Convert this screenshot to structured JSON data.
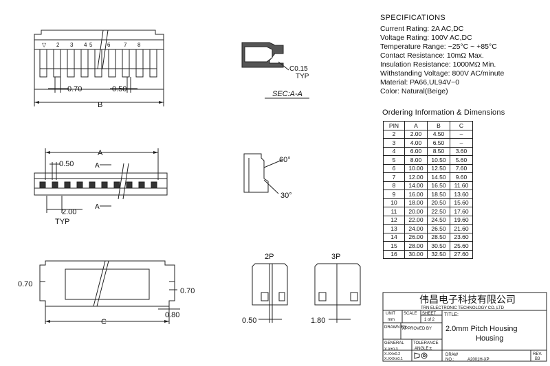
{
  "specifications": {
    "heading": "SPECIFICATIONS",
    "lines": [
      "Current Rating: 2A AC,DC",
      "Voltage Rating: 100V AC,DC",
      "Temperature Range: −25°C ~ +85°C",
      "Contact Resistance: 10mΩ Max.",
      "Insulation Resistance: 1000MΩ Min.",
      "Withstanding Voltage: 800V AC/minute",
      "Material: PA66,UL94V−0",
      "Color: Natural(Beige)"
    ]
  },
  "ordering": {
    "title": "Ordering Information & Dimensions",
    "headers": [
      "PIN",
      "A",
      "B",
      "C"
    ],
    "rows": [
      [
        "2",
        "2.00",
        "4.50",
        "–"
      ],
      [
        "3",
        "4.00",
        "6.50",
        "–"
      ],
      [
        "4",
        "6.00",
        "8.50",
        "3.60"
      ],
      [
        "5",
        "8.00",
        "10.50",
        "5.60"
      ],
      [
        "6",
        "10.00",
        "12.50",
        "7.60"
      ],
      [
        "7",
        "12.00",
        "14.50",
        "9.60"
      ],
      [
        "8",
        "14.00",
        "16.50",
        "11.60"
      ],
      [
        "9",
        "16.00",
        "18.50",
        "13.60"
      ],
      [
        "10",
        "18.00",
        "20.50",
        "15.60"
      ],
      [
        "11",
        "20.00",
        "22.50",
        "17.60"
      ],
      [
        "12",
        "22.00",
        "24.50",
        "19.60"
      ],
      [
        "13",
        "24.00",
        "26.50",
        "21.60"
      ],
      [
        "14",
        "26.00",
        "28.50",
        "23.60"
      ],
      [
        "15",
        "28.00",
        "30.50",
        "25.60"
      ],
      [
        "16",
        "30.00",
        "32.50",
        "27.60"
      ]
    ]
  },
  "top_view": {
    "pin_numbers": [
      "▽",
      "2",
      "3",
      "4",
      "5",
      "6",
      "7",
      "8"
    ],
    "dim_pitch": "0.70",
    "dim_gap": "0.50",
    "dim_b": "B"
  },
  "section": {
    "dim": "C0.15",
    "typ": "TYP",
    "caption": "SEC:A-A"
  },
  "front_view": {
    "dim_a": "A",
    "dim_top": "0.50",
    "dim_pitch": "2.00",
    "typ": "TYP",
    "sec_mark": "A"
  },
  "side_view": {
    "angle_top": "60°",
    "angle_bottom": "30°"
  },
  "bottom_view": {
    "dim_left": "0.70",
    "dim_right": "0.70",
    "dim_c": "C",
    "dim_bottom": "0.80"
  },
  "end_views": {
    "label_2p": "2P",
    "label_3p": "3P",
    "dim_2p": "0.50",
    "dim_3p": "1.80"
  },
  "title_block": {
    "company_cn": "伟昌电子科技有限公司",
    "company_en": "TRN ELECTRONIC TECHNOLOGY CO.,LTD",
    "unit_label": "UNIT",
    "unit_value": "mm",
    "scale_label": "SCALE",
    "sheet_label": "SHEET",
    "sheet_value": "1 of 2",
    "title_label": "TITLE:",
    "drawn_label": "DRAWN BY",
    "approved_label": "APPROVED BY",
    "title_line1": "2.0mm Pitch Housing",
    "title_line2": "Housing",
    "general_label": "GENERAL",
    "tolerance_label": "TOLERANCE",
    "tol1": "X.X±0.3",
    "tol2": "X.XX±0.2",
    "tol3": "X.XXX±0.1",
    "angle_label": "ANGLE:±",
    "draw_label": "DRAW",
    "no_label": "NO.:",
    "draw_no": "A2001H-XP",
    "rev_label": "REV.",
    "rev_value": "B3"
  }
}
